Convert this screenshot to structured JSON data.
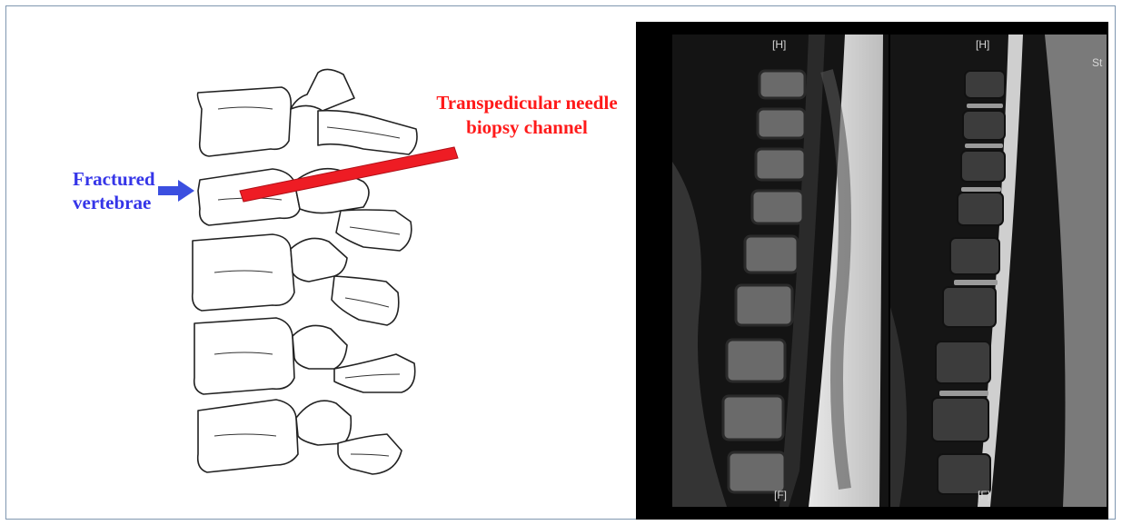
{
  "labels": {
    "fracture_line1": "Fractured",
    "fracture_line2": "vertebrae",
    "needle_line1": "Transpedicular needle",
    "needle_line2": "biopsy channel"
  },
  "mri": {
    "left_top": "[H]",
    "left_bottom": "[F]",
    "right_top": "[H]",
    "right_bottom": "[F]",
    "edge_text": "St"
  },
  "colors": {
    "fracture_text": "#3535e8",
    "needle_text": "#ff1a1a",
    "needle_bar": "#ee1c24",
    "arrow": "#3b4fe0",
    "frame_border": "#7f97b0"
  }
}
